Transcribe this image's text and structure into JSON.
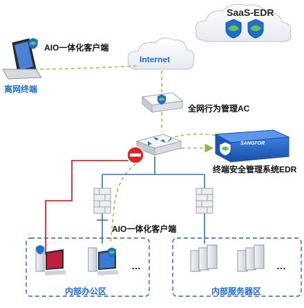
{
  "saas": {
    "title": "SaaS-EDR"
  },
  "internet": {
    "label": "Internet"
  },
  "laptop": {
    "client_label": "AIO一体化客户端",
    "caption": "离网终端"
  },
  "ac": {
    "label": "全网行为管理AC"
  },
  "edr": {
    "label": "终端安全管理系统EDR",
    "brand": "SANGFOR"
  },
  "inner": {
    "client_label": "AIO一体化客户端"
  },
  "office": {
    "label": "内部办公区",
    "ellipsis": "…"
  },
  "servers": {
    "label": "内部服务器区",
    "ellipsis": "…"
  },
  "colors": {
    "accent_blue": "#1b6bd6",
    "threat_red": "#d9262b",
    "dashed_green": "#9cc34a",
    "line_blue": "#2f74c9"
  }
}
